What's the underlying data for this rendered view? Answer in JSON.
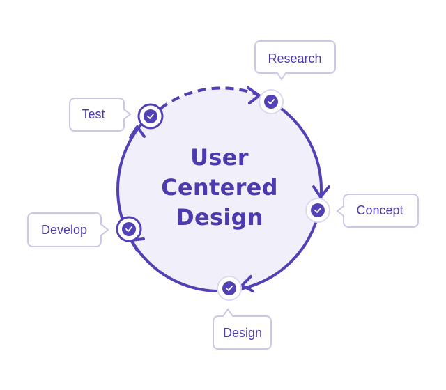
{
  "diagram": {
    "center_title_lines": [
      "User",
      "Centered",
      "Design"
    ],
    "stages": [
      {
        "label": "Research"
      },
      {
        "label": "Concept"
      },
      {
        "label": "Design"
      },
      {
        "label": "Develop"
      },
      {
        "label": "Test"
      }
    ],
    "icon": "check-circle-icon",
    "colors": {
      "accent": "#5141b5",
      "circle_fill": "#f1f0fa",
      "node_ring": "#dcd8f0",
      "bubble_border": "#cbc7e8",
      "text": "#4a39a8"
    }
  }
}
